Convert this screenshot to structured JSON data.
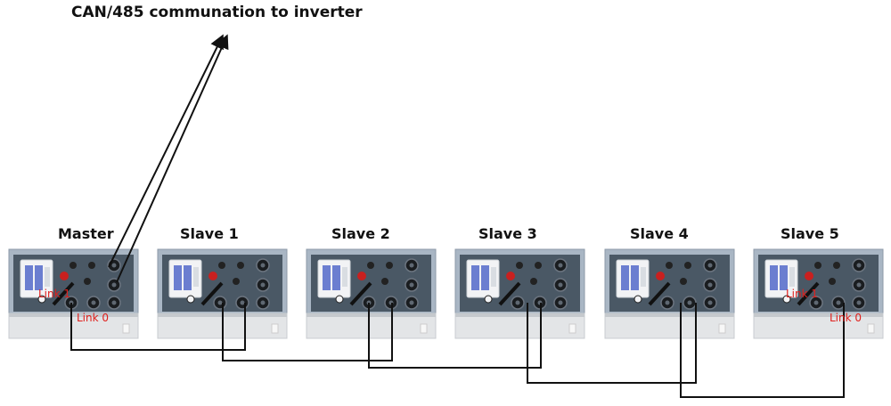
{
  "title": "CAN/485 communation to inverter",
  "units": [
    {
      "label": "Master"
    },
    {
      "label": "Slave 1"
    },
    {
      "label": "Slave 2"
    },
    {
      "label": "Slave 3"
    },
    {
      "label": "Slave 4"
    },
    {
      "label": "Slave 5"
    }
  ],
  "link_labels": {
    "link1": "Link 1",
    "link0": "Link 0"
  },
  "colors": {
    "panel_frame": "#a9b6c4",
    "panel_face": "#4a5865",
    "wire": "#111111",
    "link_text": "#e0201c",
    "base": "#e3e5e7"
  }
}
